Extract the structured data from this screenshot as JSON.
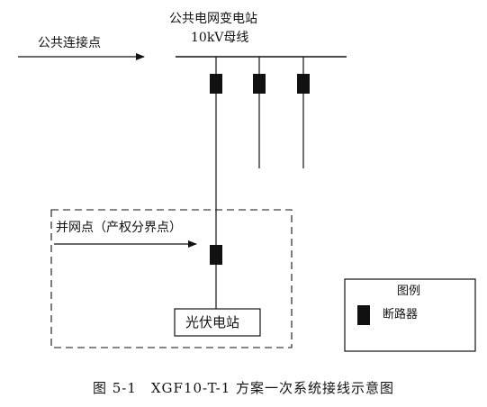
{
  "labels": {
    "public_connection_point": "公共连接点",
    "substation": "公共电网变电站",
    "bus": "10kV母线",
    "grid_point": "并网点（产权分界点）",
    "pv_station": "光伏电站",
    "legend_title": "图例",
    "legend_breaker": "断路器"
  },
  "caption": "图 5-1　XGF10-T-1 方案一次系统接线示意图",
  "colors": {
    "line": "#111111",
    "breaker": "#111111",
    "background": "#ffffff"
  },
  "elements": {
    "breaker_count": 4,
    "feeder_count": 3
  }
}
